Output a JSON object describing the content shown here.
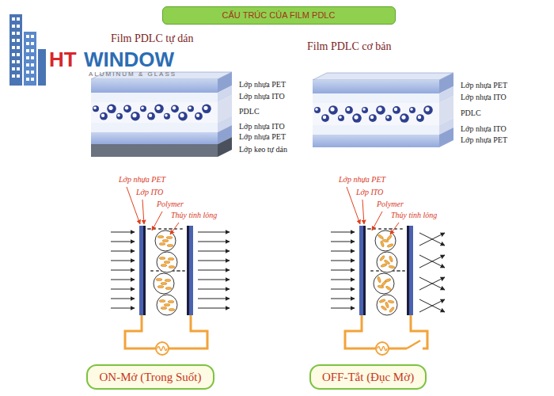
{
  "diagram": {
    "title": "CẤU TRÚC CỦA FILM PDLC",
    "nodes": [
      {
        "text": [
          "ON-Mở (Trong Suốt)"
        ]
      },
      {
        "text": [
          "OFF-Tắt (Đục Mờ)"
        ]
      }
    ],
    "labels": [
      "HT",
      "WINDOW",
      "ALUMINUM & GLASS",
      "Film PDLC tự dán",
      "Lớp nhựa PET",
      "Lớp nhựa ITO",
      "PDLC",
      "Lớp nhựa ITO",
      "Lớp nhựa PET",
      "Lớp keo tự dán",
      "Film PDLC cơ bản",
      "Lớp nhựa PET",
      "Lớp nhựa ITO",
      "PDLC",
      "Lớp nhựa ITO",
      "Lớp nhựa PET",
      "Lớp nhựa PET",
      "Lớp ITO",
      "Polymer",
      "Thủy tinh lỏng",
      "Lớp nhựa PET",
      "Lớp ITO",
      "Polymer",
      "Thủy tinh lỏng"
    ]
  }
}
